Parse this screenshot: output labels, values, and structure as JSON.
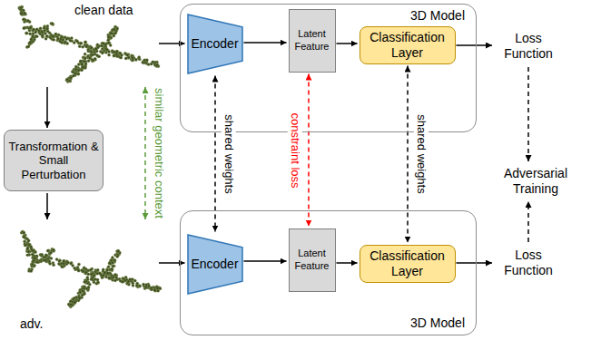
{
  "diagram": {
    "nodes": [
      {
        "text": [
          "clean data"
        ]
      },
      {
        "text": [
          "3D Model"
        ]
      },
      {
        "text": [
          "Encoder"
        ],
        "in": 1
      },
      {
        "text": [
          "Latent Feature"
        ],
        "in": 1
      },
      {
        "text": [
          "Classification Layer"
        ],
        "in": 1
      },
      {
        "text": [
          "Loss Function"
        ]
      },
      {
        "text": [
          "Transformation & Small Perturbation"
        ]
      },
      {
        "text": [
          "Adversarial Training"
        ]
      },
      {
        "text": [
          "adv."
        ]
      },
      {
        "text": [
          "3D Model"
        ]
      },
      {
        "text": [
          "Encoder"
        ],
        "in": 9
      },
      {
        "text": [
          "Latent Feature"
        ],
        "in": 9
      },
      {
        "text": [
          "Classification Layer"
        ],
        "in": 9
      },
      {
        "text": [
          "Loss Function"
        ]
      }
    ],
    "edges": [
      {
        "from": 0,
        "to": 2,
        "arrow": "to"
      },
      {
        "from": 2,
        "to": 3,
        "arrow": "to"
      },
      {
        "from": 3,
        "to": 4,
        "arrow": "to"
      },
      {
        "from": 4,
        "to": 5,
        "arrow": "to"
      },
      {
        "from": 0,
        "to": 6,
        "arrow": "to"
      },
      {
        "from": 6,
        "to": 8,
        "arrow": "to"
      },
      {
        "from": 0,
        "to": 8,
        "label": "similar geometric context",
        "arrow": "both"
      },
      {
        "from": 2,
        "to": 10,
        "label": "shared weights",
        "arrow": "both"
      },
      {
        "from": 3,
        "to": 11,
        "label": "constraint loss",
        "arrow": "both"
      },
      {
        "from": 4,
        "to": 12,
        "label": "shared weights",
        "arrow": "both"
      },
      {
        "from": 5,
        "to": 7,
        "arrow": "to"
      },
      {
        "from": 13,
        "to": 7,
        "arrow": "to"
      },
      {
        "from": 8,
        "to": 10,
        "arrow": "to"
      },
      {
        "from": 10,
        "to": 11,
        "arrow": "to"
      },
      {
        "from": 11,
        "to": 12,
        "arrow": "to"
      },
      {
        "from": 12,
        "to": 13,
        "arrow": "to"
      }
    ]
  }
}
